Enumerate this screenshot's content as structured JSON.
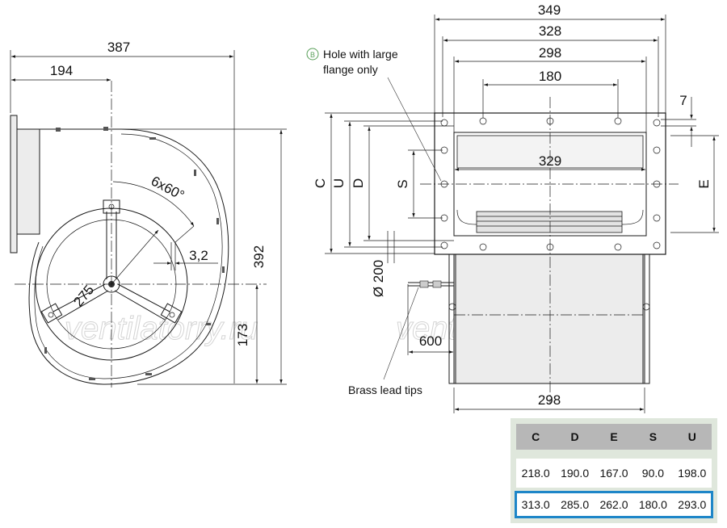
{
  "left_view": {
    "dims": {
      "width_total": "387",
      "width_half": "194",
      "height_total": "392",
      "height_lower": "173",
      "radius": "275",
      "angle": "6x60°",
      "hole": "3,2"
    }
  },
  "right_view": {
    "dims": {
      "w349": "349",
      "w328": "328",
      "w298_top": "298",
      "w180": "180",
      "w329": "329",
      "w298_bottom": "298",
      "d7": "7",
      "cable_length": "600",
      "cable_dia": "Ø 200"
    },
    "letters": {
      "c": "C",
      "u": "U",
      "d": "D",
      "s": "S",
      "e": "E"
    },
    "note_marker": "B",
    "note_line1": "Hole with large",
    "note_line2": "flange only",
    "brass_label": "Brass lead tips"
  },
  "watermarks": [
    "ventilatorry.ru",
    "ventilatorry.ru"
  ],
  "table": {
    "headers": [
      "C",
      "D",
      "E",
      "S",
      "U"
    ],
    "rows": [
      [
        "218.0",
        "190.0",
        "167.0",
        "90.0",
        "198.0"
      ],
      [
        "313.0",
        "285.0",
        "262.0",
        "180.0",
        "293.0"
      ]
    ],
    "highlight_color": "#1e86c8"
  }
}
